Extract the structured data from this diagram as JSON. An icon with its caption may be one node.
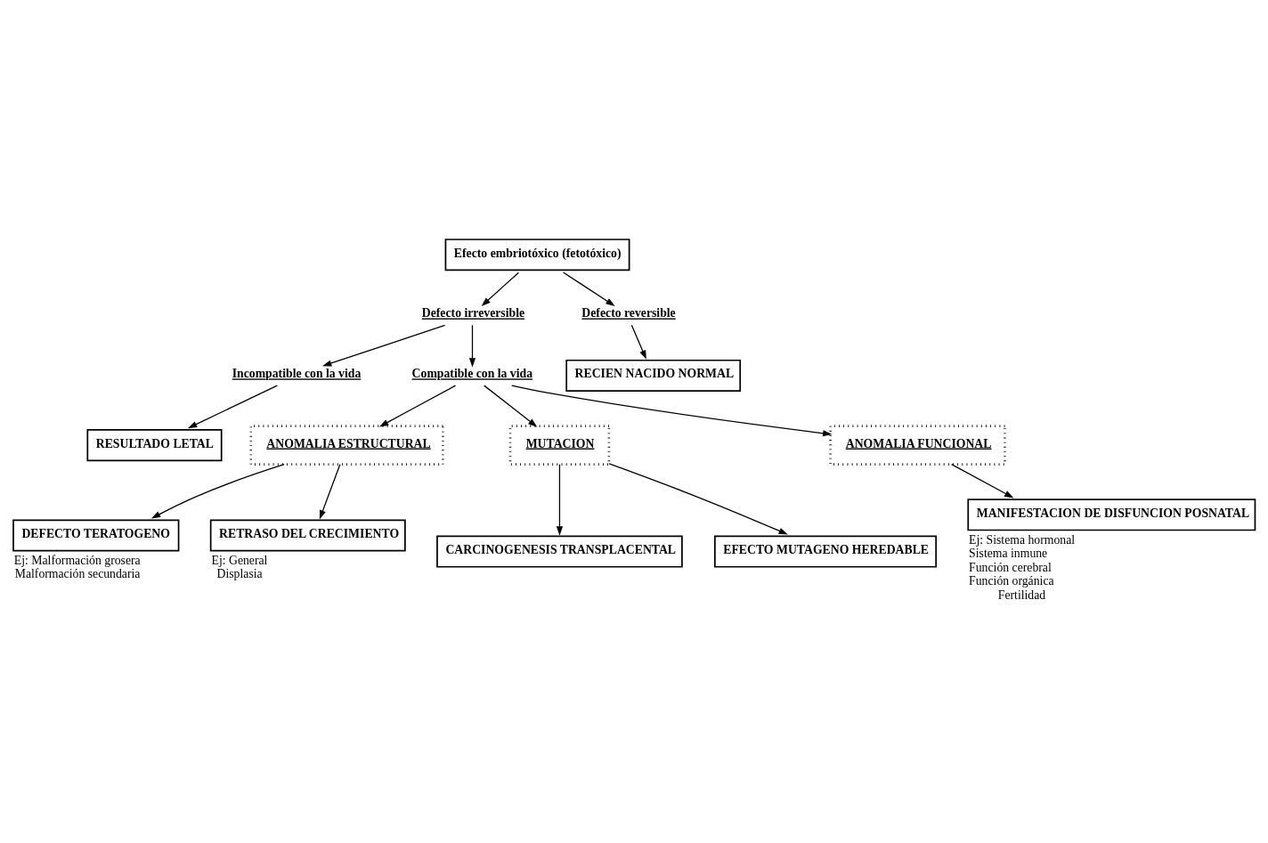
{
  "diagram": {
    "nodes": [
      {
        "text": [
          "Efecto embriotóxico (fetotóxico)"
        ]
      },
      {
        "text": [
          "RESULTADO LETAL"
        ]
      },
      {
        "text": [
          "RECIEN NACIDO NORMAL"
        ]
      },
      {
        "text": [
          "Defecto irreversible"
        ]
      },
      {
        "text": [
          "Defecto reversible"
        ]
      },
      {
        "text": [
          "Incompatible con la vida"
        ]
      },
      {
        "text": [
          "Compatible con la vida"
        ]
      },
      {
        "text": [
          "CARCINOGENESIS TRANSPLACENTAL"
        ]
      },
      {
        "text": [
          "ANOMALIA ESTRUCTURAL"
        ]
      },
      {
        "text": [
          "MUTACION"
        ]
      },
      {
        "text": [
          "ANOMALIA FUNCIONAL"
        ]
      },
      {
        "text": [
          "DEFECTO TERATOGENO"
        ],
        "beside": [
          "Ej: Malformación grosera",
          "Malformación secundaria"
        ]
      },
      {
        "text": [
          "RETRASO DEL CRECIMIENTO"
        ],
        "beside": [
          "Ej: General",
          "Displasia"
        ]
      },
      {
        "text": [
          "EFECTO MUTAGENO HEREDABLE"
        ]
      },
      {
        "text": [
          "MANIFESTACION DE DISFUNCION POSNATAL"
        ],
        "beside": [
          "Ej: Sistema hormonal",
          "Sistema inmune",
          "Función cerebral",
          "Función orgánica",
          "Fertilidad"
        ]
      }
    ],
    "edges": [
      {
        "from": 0,
        "to": 3,
        "arrow": "to"
      },
      {
        "from": 0,
        "to": 4,
        "arrow": "to"
      },
      {
        "from": 4,
        "to": 2,
        "arrow": "to"
      },
      {
        "from": 3,
        "to": 5,
        "arrow": "to"
      },
      {
        "from": 3,
        "to": 6,
        "arrow": "to"
      },
      {
        "from": 5,
        "to": 1,
        "arrow": "to"
      },
      {
        "from": 6,
        "to": 8,
        "arrow": "to"
      },
      {
        "from": 6,
        "to": 9,
        "arrow": "to"
      },
      {
        "from": 6,
        "to": 10,
        "arrow": "to"
      },
      {
        "from": 9,
        "to": 7,
        "arrow": "to"
      },
      {
        "from": 8,
        "to": 11,
        "arrow": "to"
      },
      {
        "from": 8,
        "to": 12,
        "arrow": "to"
      },
      {
        "from": 9,
        "to": 13,
        "arrow": "to"
      },
      {
        "from": 10,
        "to": 14,
        "arrow": "to"
      }
    ]
  }
}
